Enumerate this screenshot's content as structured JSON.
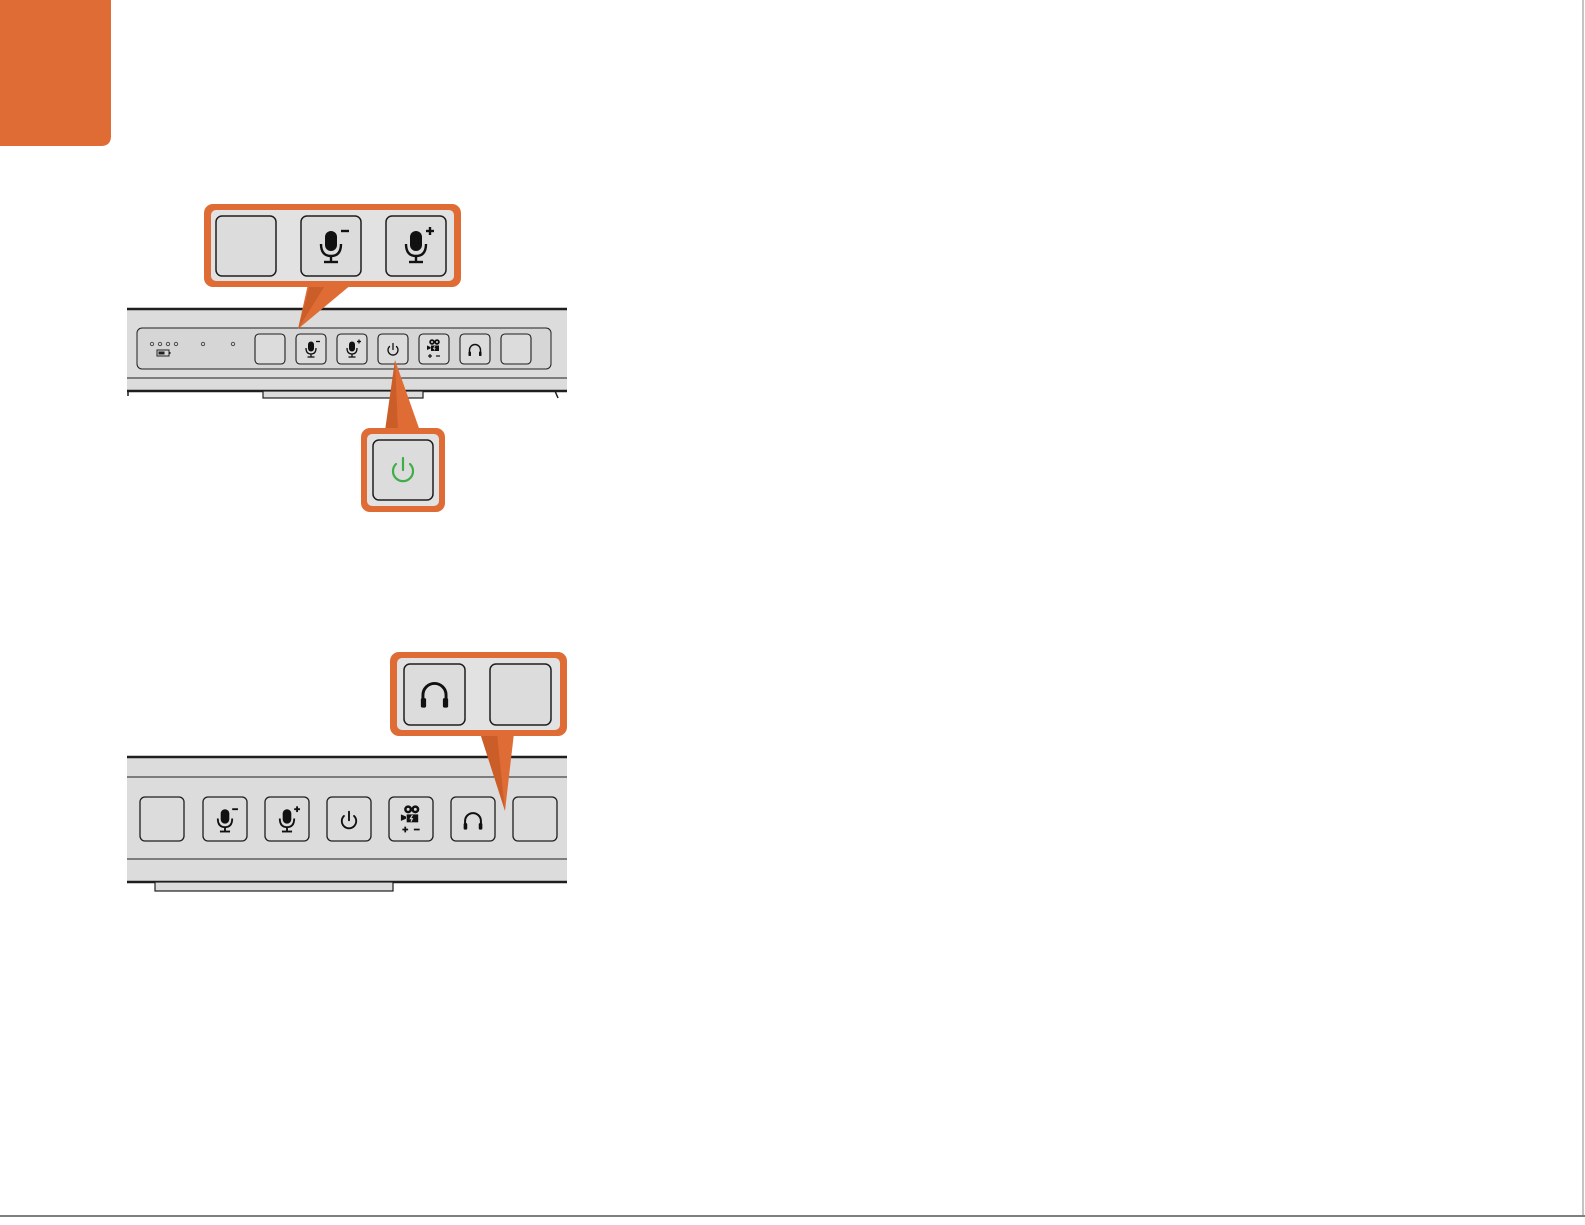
{
  "colors": {
    "accent": "#e06c35",
    "accent_dark": "#b8521e",
    "panel": "#d9d9d9",
    "panel_light": "#e4e4e4",
    "button": "#dcdcdc",
    "outline": "#1e1e1e",
    "power_led": "#3fae49"
  },
  "figure_1": {
    "callout_top": {
      "buttons": [
        {
          "name": "blank-button",
          "icon": "none"
        },
        {
          "name": "mic-gain-down-button",
          "icon": "microphone-minus-icon"
        },
        {
          "name": "mic-gain-up-button",
          "icon": "microphone-plus-icon"
        }
      ]
    },
    "callout_bottom": {
      "buttons": [
        {
          "name": "power-button",
          "icon": "power-icon",
          "state": "on"
        }
      ]
    },
    "front_panel": {
      "indicator_leds": 6,
      "battery_indicator": "battery-icon",
      "buttons": [
        {
          "name": "blank-button",
          "icon": "none"
        },
        {
          "name": "mic-gain-down-button",
          "icon": "microphone-minus-icon"
        },
        {
          "name": "mic-gain-up-button",
          "icon": "microphone-plus-icon"
        },
        {
          "name": "power-button",
          "icon": "power-icon"
        },
        {
          "name": "camera-control-button",
          "icon": "camera-plus-minus-icon"
        },
        {
          "name": "headphones-button",
          "icon": "headphones-icon"
        },
        {
          "name": "blank-button",
          "icon": "none"
        }
      ]
    }
  },
  "figure_2": {
    "callout": {
      "buttons": [
        {
          "name": "headphones-button",
          "icon": "headphones-icon"
        },
        {
          "name": "blank-button",
          "icon": "none"
        }
      ]
    },
    "front_panel": {
      "buttons": [
        {
          "name": "blank-button",
          "icon": "none"
        },
        {
          "name": "mic-gain-down-button",
          "icon": "microphone-minus-icon"
        },
        {
          "name": "mic-gain-up-button",
          "icon": "microphone-plus-icon"
        },
        {
          "name": "power-button",
          "icon": "power-icon"
        },
        {
          "name": "camera-control-button",
          "icon": "camera-plus-minus-icon"
        },
        {
          "name": "headphones-button",
          "icon": "headphones-icon"
        },
        {
          "name": "blank-button",
          "icon": "none"
        }
      ]
    }
  }
}
